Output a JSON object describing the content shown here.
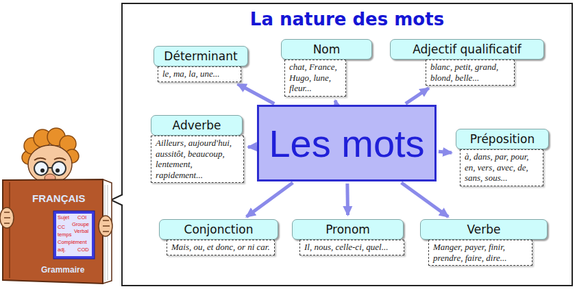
{
  "diagram": {
    "title": "La nature des mots",
    "nodes": [
      {
        "text": [
          "Déterminant",
          "le, ma, la, une..."
        ]
      },
      {
        "text": [
          "Nom",
          "chat, France, Hugo, lune, fleur..."
        ]
      },
      {
        "text": [
          "Adjectif qualificatif",
          "blanc, petit, grand, blond, belle..."
        ]
      },
      {
        "text": [
          "Adverbe",
          "Ailleurs, aujourd'hui, aussitôt, beaucoup, lentement, rapidement..."
        ]
      },
      {
        "text": [
          "Les mots"
        ]
      },
      {
        "text": [
          "Préposition",
          "à, dans, par, pour, en, vers, avec, de, sans, sous..."
        ]
      },
      {
        "text": [
          "Conjonction",
          "Mais, ou, et donc, or ni car."
        ]
      },
      {
        "text": [
          "Pronom",
          "Il, nous, celle-ci, quel..."
        ]
      },
      {
        "text": [
          "Verbe",
          "Manger, payer, finir, prendre, faire, dire..."
        ]
      }
    ],
    "edges": [
      {
        "from": 4,
        "to": 0,
        "arrow": "to"
      },
      {
        "from": 4,
        "to": 1,
        "arrow": "to"
      },
      {
        "from": 4,
        "to": 2,
        "arrow": "to"
      },
      {
        "from": 4,
        "to": 3,
        "arrow": "to"
      },
      {
        "from": 4,
        "to": 5,
        "arrow": "to"
      },
      {
        "from": 4,
        "to": 6,
        "arrow": "to"
      },
      {
        "from": 4,
        "to": 7,
        "arrow": "to"
      },
      {
        "from": 4,
        "to": 8,
        "arrow": "to"
      }
    ],
    "labels": [
      "FRANÇAIS",
      "Sujet",
      "COI",
      "Groupe",
      "CC",
      "Verbal",
      "temps",
      "Complément",
      "adj.",
      "COD",
      "Grammaire"
    ]
  }
}
